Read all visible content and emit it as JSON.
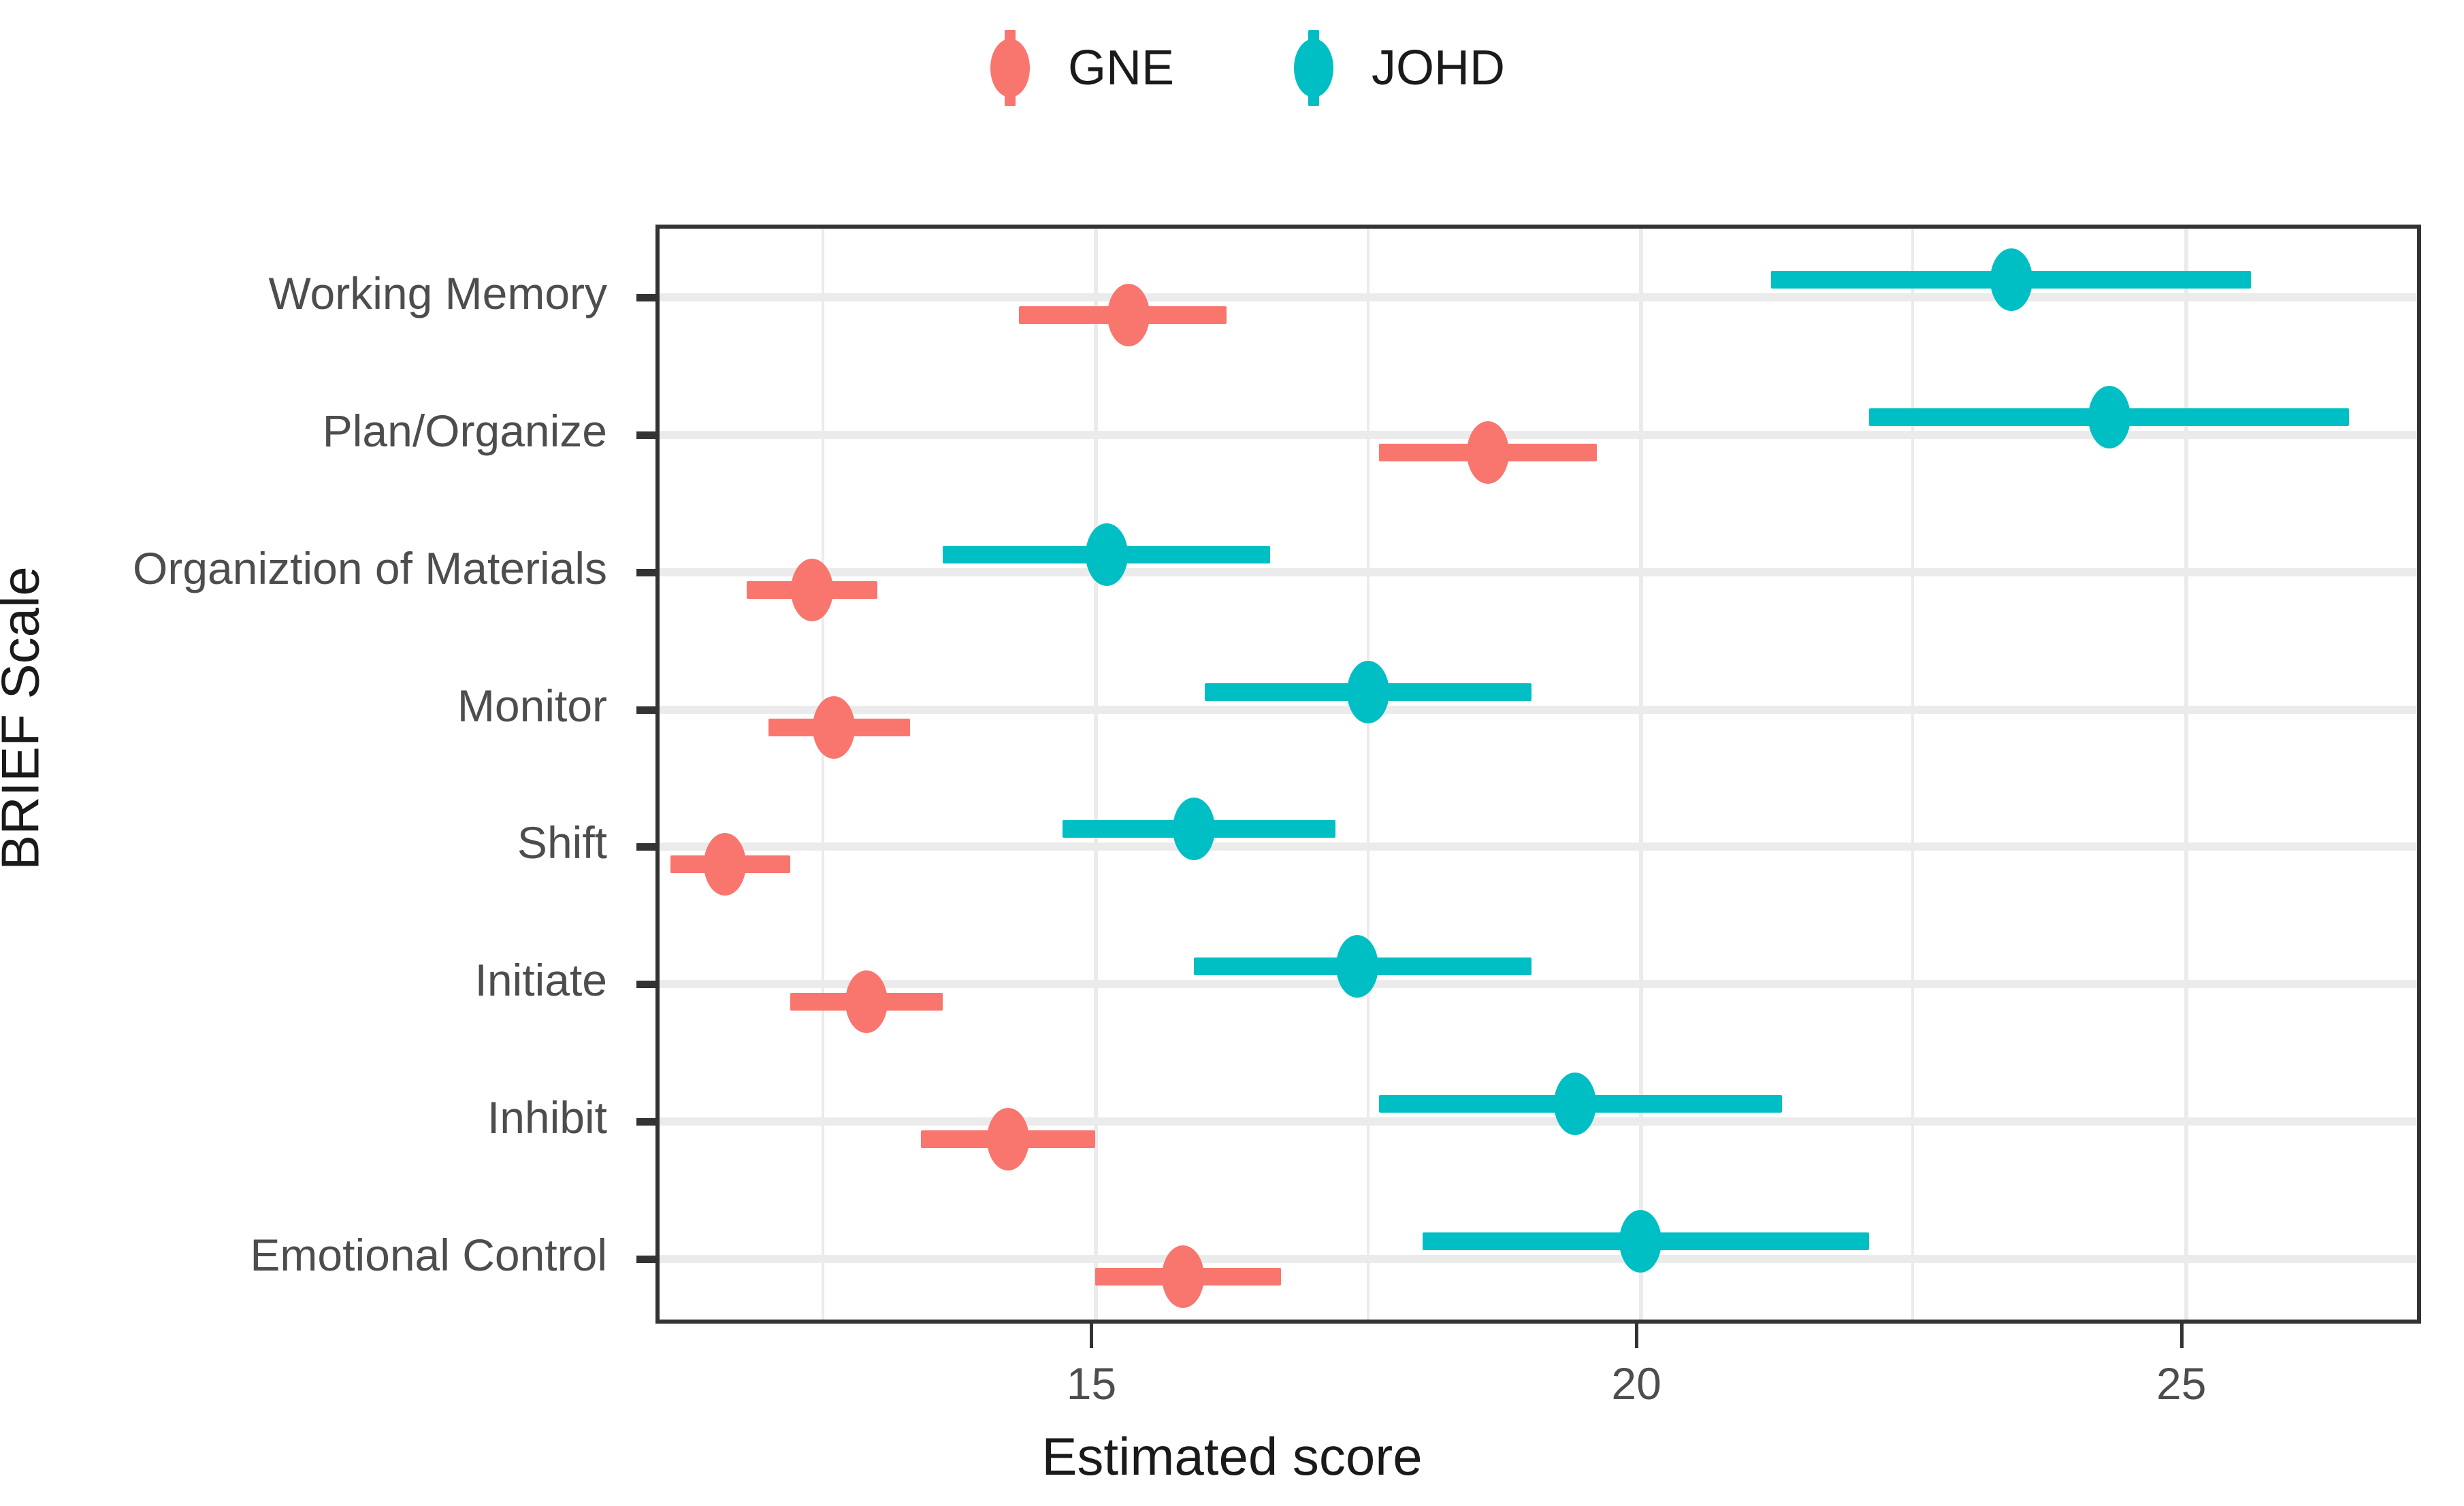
{
  "legend": {
    "position": "top",
    "items": [
      {
        "label": "GNE",
        "color": "#F8766D",
        "key": "legend-key-gne"
      },
      {
        "label": "JOHD",
        "color": "#00BFC4",
        "key": "legend-key-johd"
      }
    ]
  },
  "axes": {
    "x_title": "Estimated score",
    "y_title": "BRIEF Scale",
    "x_ticks": [
      "15",
      "20",
      "25"
    ],
    "x_tick_values": [
      15,
      20,
      25
    ],
    "x_range": [
      11.0,
      27.2
    ],
    "grid": "major-and-minor"
  },
  "chart_data": {
    "type": "scatter",
    "title": "",
    "subtitle": "",
    "xlabel": "Estimated score",
    "ylabel": "BRIEF Scale",
    "xlim": [
      11.0,
      27.2
    ],
    "xticks": [
      15,
      20,
      25
    ],
    "grid": true,
    "legend": "top",
    "orientation": "horizontal",
    "error_bars": "confidence-interval",
    "categories": [
      "Working Memory",
      "Plan/Organize",
      "Organiztion of Materials",
      "Monitor",
      "Shift",
      "Initiate",
      "Inhibit",
      "Emotional Control"
    ],
    "series": [
      {
        "name": "GNE",
        "color": "#F8766D",
        "values": [
          15.3,
          18.6,
          12.4,
          12.6,
          11.6,
          12.9,
          14.2,
          15.8
        ],
        "ci_lower": [
          14.3,
          17.6,
          11.8,
          12.0,
          11.1,
          12.2,
          13.4,
          15.0
        ],
        "ci_upper": [
          16.2,
          19.6,
          13.0,
          13.3,
          12.2,
          13.6,
          15.0,
          16.7
        ]
      },
      {
        "name": "JOHD",
        "color": "#00BFC4",
        "values": [
          23.4,
          24.3,
          15.1,
          17.5,
          15.9,
          17.4,
          19.4,
          20.0
        ],
        "ci_lower": [
          21.2,
          22.1,
          13.6,
          16.0,
          14.7,
          15.9,
          17.6,
          18.0
        ],
        "ci_upper": [
          25.6,
          26.5,
          16.6,
          19.0,
          17.2,
          19.0,
          21.3,
          22.1
        ]
      }
    ]
  }
}
